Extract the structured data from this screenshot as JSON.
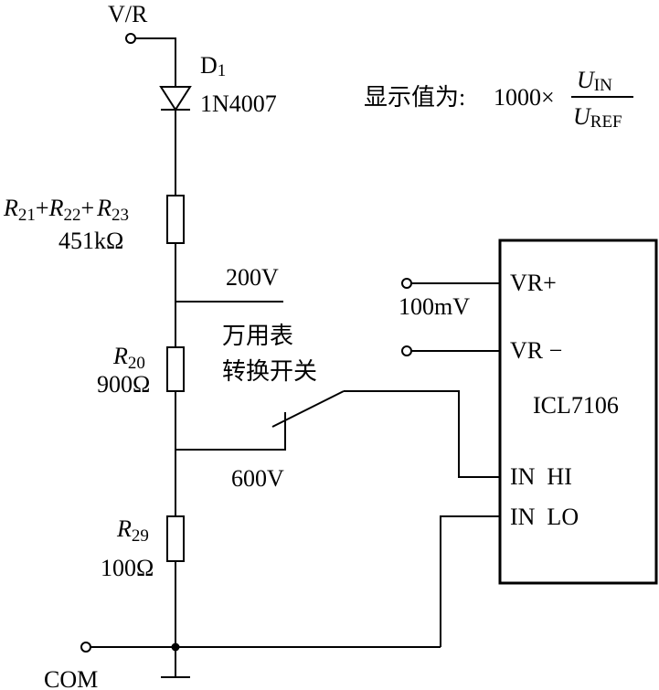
{
  "terminals": {
    "vr_input": "V/R",
    "com": "COM",
    "ref_voltage": "100mV"
  },
  "diode": {
    "designator": "D",
    "designator_sub": "1",
    "part_number": "1N4007"
  },
  "resistor_chain": {
    "r_letter": "R",
    "r21_sub": "21",
    "r22_sub": "22",
    "r23_sub": "23",
    "plus": "+",
    "value": "451kΩ"
  },
  "r20": {
    "letter": "R",
    "sub": "20",
    "value": "900Ω"
  },
  "r29": {
    "letter": "R",
    "sub": "29",
    "value": "100Ω"
  },
  "switch": {
    "line1": "万用表",
    "line2": "转换开关",
    "tap_200v": "200V",
    "tap_600v": "600V"
  },
  "ic": {
    "name": "ICL7106",
    "pin_vr_plus": "VR+",
    "pin_vr_minus": "VR −",
    "pin_in_hi": "IN  HI",
    "pin_in_lo": "IN  LO"
  },
  "formula": {
    "prefix": "显示值为:",
    "constant": "1000×",
    "num_letter": "U",
    "num_sub": "IN",
    "den_letter": "U",
    "den_sub": "REF"
  }
}
